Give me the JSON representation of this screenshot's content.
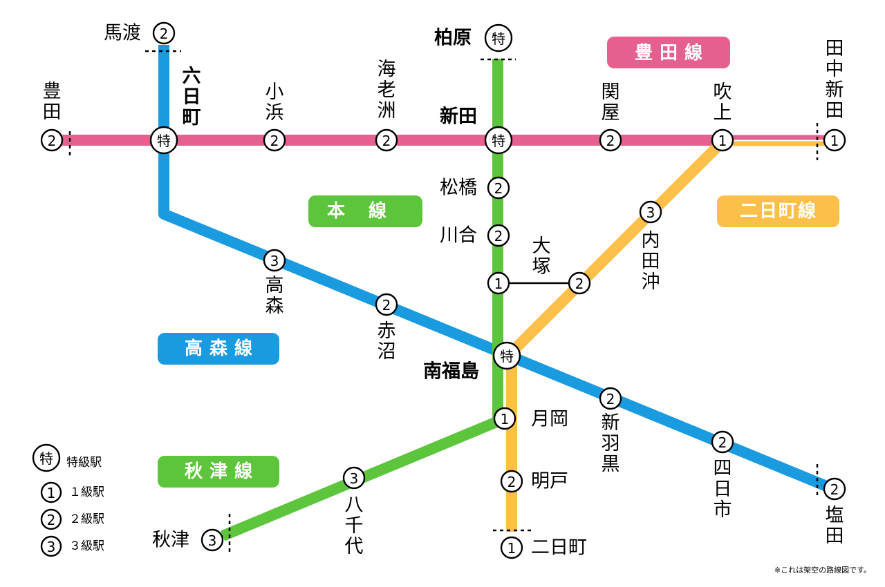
{
  "colors": {
    "toyota": "#e5608e",
    "takamori": "#1a9be0",
    "hon": "#5cc53b",
    "akitsu": "#5cc53b",
    "futsukamachi": "#fcc04a"
  },
  "lines": {
    "toyota": "豊田線",
    "hon": "本線",
    "futsukamachi": "二日町線",
    "takamori": "高森線",
    "akitsu": "秋津線"
  },
  "grades": {
    "special": "特",
    "g1": "1",
    "g2": "2",
    "g3": "3"
  },
  "stations": {
    "toyota": "豊田",
    "muika": "六日町",
    "kohama": "小浜",
    "ebisu": "海老洲",
    "nitta": "新田",
    "sekiya": "関屋",
    "fukiage": "吹上",
    "tanaka_nitta": "田中新田",
    "mawatari": "馬渡",
    "kashiwabara": "柏原",
    "matsuhashi": "松橋",
    "kawai": "川合",
    "otsuka": "大塚",
    "uchidaoki": "内田沖",
    "takamori": "高森",
    "akanuma": "赤沼",
    "minamifukushima": "南福島",
    "tsukioka": "月岡",
    "akedo": "明戸",
    "futsukamachi": "二日町",
    "shinhaguro": "新羽黒",
    "yokkaichi": "四日市",
    "shioda": "塩田",
    "yachiyo": "八千代",
    "akitsu": "秋津"
  },
  "legend": {
    "special": "特級駅",
    "g1": "１級駅",
    "g2": "２級駅",
    "g3": "３級駅"
  },
  "note": "※これは架空の路線図です。"
}
